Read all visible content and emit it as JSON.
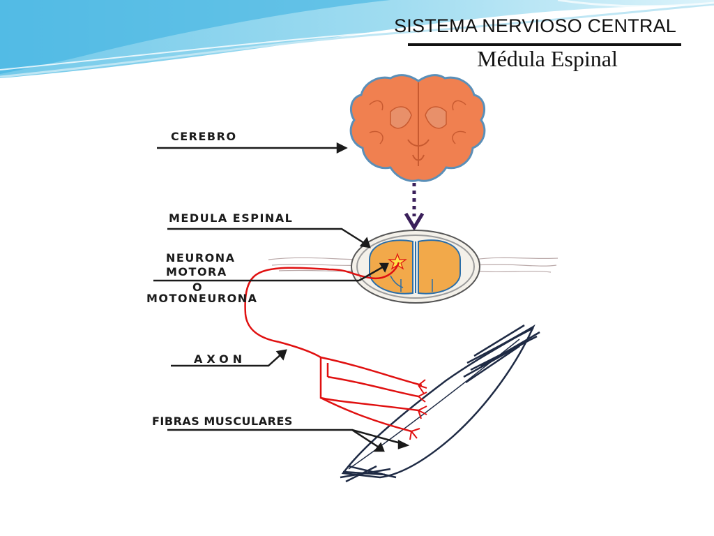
{
  "header": {
    "title": "SISTEMA NERVIOSO CENTRAL",
    "subtitle": "Médula Espinal"
  },
  "labels": {
    "cerebro": "CEREBRO",
    "medula": "MEDULA ESPINAL",
    "neurona_1": "NEURONA",
    "neurona_2": "MOTORA",
    "neurona_3": "O",
    "neurona_4": "MOTONEURONA",
    "axon": "AXON",
    "fibras": "FIBRAS MUSCULARES"
  },
  "colors": {
    "brain": "#f08050",
    "cord": "#f2a94a",
    "nerve": "#e01010",
    "ink": "#1a1a1a",
    "arrow_dotted": "#3a1f5a",
    "banner": "#5bbfe0"
  }
}
